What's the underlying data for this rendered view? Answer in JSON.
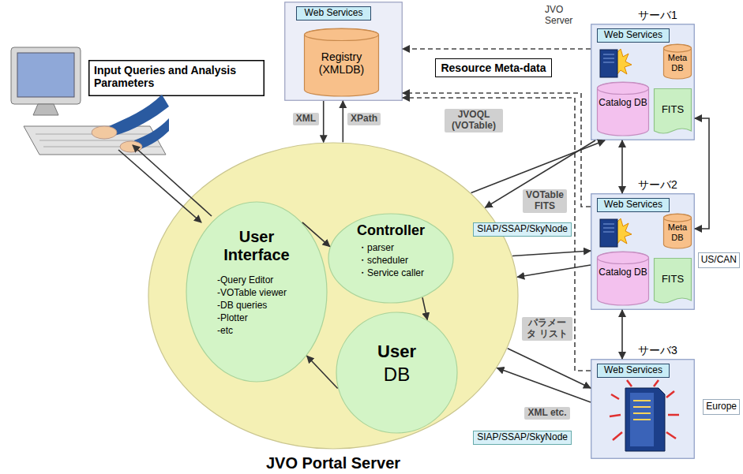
{
  "diagram": {
    "nodes": [
      {
        "text": [
          "Input Queries and Analysis Parameters"
        ]
      },
      {
        "text": [
          "Web Services"
        ]
      },
      {
        "text": [
          "Registry (XMLDB)"
        ],
        "in": 1
      },
      {
        "text": [
          "JVO Portal Server"
        ]
      },
      {
        "text": [
          "User Interface",
          "-Query Editor",
          "-VOTable viewer",
          "-DB queries",
          "-Plotter",
          "-etc"
        ],
        "in": 3
      },
      {
        "text": [
          "Controller",
          "・parser",
          "・scheduler",
          "・Service caller"
        ],
        "in": 3
      },
      {
        "text": [
          "User",
          "DB"
        ],
        "in": 3
      },
      {
        "text": [
          "サーバ1",
          "Web Services"
        ]
      },
      {
        "text": [
          "Meta DB"
        ],
        "in": 7
      },
      {
        "text": [
          "Catalog DB"
        ],
        "in": 7
      },
      {
        "text": [
          "FITS"
        ],
        "in": 7
      },
      {
        "text": [
          "サーバ2",
          "Web Services"
        ]
      },
      {
        "text": [
          "Meta DB"
        ],
        "in": 11
      },
      {
        "text": [
          "Catalog DB"
        ],
        "in": 11
      },
      {
        "text": [
          "FITS"
        ],
        "in": 11
      },
      {
        "text": [
          "サーバ3",
          "Web Services"
        ]
      }
    ],
    "edges": [
      {
        "from": 4,
        "to": 5,
        "arrow": "to"
      },
      {
        "from": 5,
        "to": 6,
        "arrow": "to"
      },
      {
        "from": 6,
        "to": 4,
        "arrow": "to"
      },
      {
        "from": 1,
        "to": 3,
        "label": "XML",
        "arrow": "to"
      },
      {
        "from": 3,
        "to": 1,
        "label": "XPath",
        "arrow": "to"
      },
      {
        "from": 7,
        "to": 1,
        "label": "Resource Meta-data",
        "arrow": "to"
      },
      {
        "from": 11,
        "to": 1,
        "arrow": "to"
      },
      {
        "from": 15,
        "to": 1,
        "arrow": "to"
      },
      {
        "from": 3,
        "to": 7,
        "label": "JVOQL (VOTable)",
        "arrow": "to"
      },
      {
        "from": 7,
        "to": 3,
        "label": "VOTable FITS",
        "arrow": "to"
      },
      {
        "from": 3,
        "to": 11,
        "arrow": "to"
      },
      {
        "from": 11,
        "to": 3,
        "arrow": "to"
      },
      {
        "from": 3,
        "to": 15,
        "label": "パラメータ リスト",
        "arrow": "to"
      },
      {
        "from": 15,
        "to": 3,
        "label": "XML etc.",
        "arrow": "to"
      },
      {
        "from": 7,
        "to": 11,
        "arrow": "both"
      },
      {
        "from": 11,
        "to": 15,
        "arrow": "both"
      },
      {
        "from": 7,
        "to": 11,
        "arrow": "both"
      }
    ],
    "labels": [
      "JVO Server",
      "SIAP/SSAP/SkyNode",
      "US/CAN",
      "SIAP/SSAP/SkyNode",
      "Europe"
    ]
  }
}
